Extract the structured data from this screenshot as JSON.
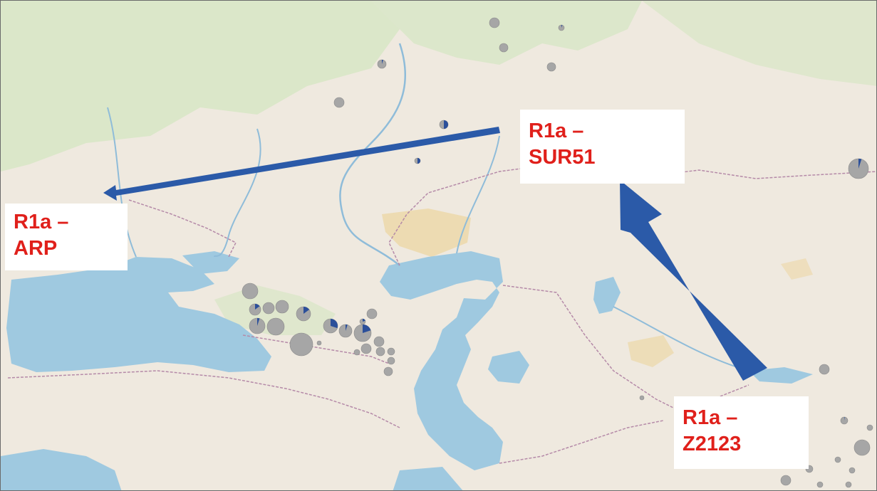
{
  "map": {
    "basemap_style": "light terrain",
    "colors": {
      "land": "#efe9df",
      "forest": "#d4e6c2",
      "water": "#9fc9e0",
      "sand": "#ecd7a6",
      "border": "#b58aa8",
      "river": "#8fbcd9",
      "arrow": "#2b5aa8",
      "label_text": "#e0201b",
      "label_bg": "#ffffff",
      "marker_grey": "#a6a6a6",
      "marker_blue": "#2b4f9a"
    },
    "labels": {
      "arp": {
        "line1": "R1a –",
        "line2": "ARP"
      },
      "sur51": {
        "line1": "R1a –",
        "line2": "SUR51"
      },
      "z2123": {
        "line1": "R1a –",
        "line2": "Z2123"
      }
    },
    "arrows": [
      {
        "from": "sur51",
        "to": "arp"
      },
      {
        "from": "z2123",
        "to": "sur51"
      }
    ],
    "pie_markers": [
      {
        "blue_fraction": 0.0
      },
      {
        "blue_fraction": 0.05
      },
      {
        "blue_fraction": 0.0
      },
      {
        "blue_fraction": 0.05
      },
      {
        "blue_fraction": 0.0
      },
      {
        "blue_fraction": 0.0
      },
      {
        "blue_fraction": 0.5
      },
      {
        "blue_fraction": 0.5
      },
      {
        "blue_fraction": 0.05
      },
      {
        "blue_fraction": 0.0
      },
      {
        "blue_fraction": 0.15
      },
      {
        "blue_fraction": 0.0
      },
      {
        "blue_fraction": 0.0
      },
      {
        "blue_fraction": 0.15
      },
      {
        "blue_fraction": 0.05
      },
      {
        "blue_fraction": 0.0
      },
      {
        "blue_fraction": 0.3
      },
      {
        "blue_fraction": 0.05
      },
      {
        "blue_fraction": 0.2
      },
      {
        "blue_fraction": 0.0
      },
      {
        "blue_fraction": 0.0
      },
      {
        "blue_fraction": 0.0
      },
      {
        "blue_fraction": 0.2
      },
      {
        "blue_fraction": 0.0
      },
      {
        "blue_fraction": 0.0
      },
      {
        "blue_fraction": 0.0
      },
      {
        "blue_fraction": 0.0
      },
      {
        "blue_fraction": 0.0
      },
      {
        "blue_fraction": 0.0
      },
      {
        "blue_fraction": 0.0
      },
      {
        "blue_fraction": 0.0
      },
      {
        "blue_fraction": 0.0
      },
      {
        "blue_fraction": 0.0
      },
      {
        "blue_fraction": 0.0
      },
      {
        "blue_fraction": 0.0
      },
      {
        "blue_fraction": 0.02
      },
      {
        "blue_fraction": 0.0
      },
      {
        "blue_fraction": 0.0
      },
      {
        "blue_fraction": 0.0
      },
      {
        "blue_fraction": 0.0
      },
      {
        "blue_fraction": 0.0
      }
    ]
  }
}
